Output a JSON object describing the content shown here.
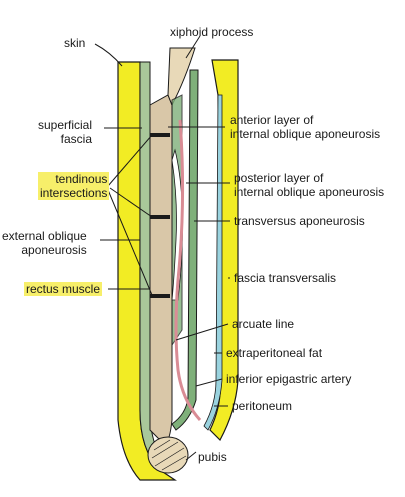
{
  "labels": {
    "skin": "skin",
    "xiphoid_process": "xiphoid process",
    "superficial_fascia": "superficial\nfascia",
    "tendinous_intersections": "tendinous\nintersections",
    "external_oblique": "external oblique\naponeurosis",
    "rectus_muscle": "rectus muscle",
    "anterior_layer": "anterior layer of\ninternal oblique aponeurosis",
    "posterior_layer": "posterior layer of\ninternal oblique aponeurosis",
    "transversus": "transversus aponeurosis",
    "fascia_transversalis": "fascia transversalis",
    "arcuate_line": "arcuate line",
    "extraperitoneal_fat": "extraperitoneal fat",
    "inferior_epigastric": "inferior epigastric artery",
    "peritoneum": "peritoneum",
    "pubis": "pubis"
  },
  "colors": {
    "highlight": "#f7ef6a",
    "skin_yellow": "#f2ec24",
    "muscle_tan": "#d9c7a8",
    "fascia_green": "#a9c89a",
    "aponeurosis_green": "#7fb07a",
    "peritoneum_blue": "#9ad3df",
    "artery_pink": "#d98c95",
    "bone_tan": "#e8d9b8",
    "line": "#1a1a1a"
  }
}
